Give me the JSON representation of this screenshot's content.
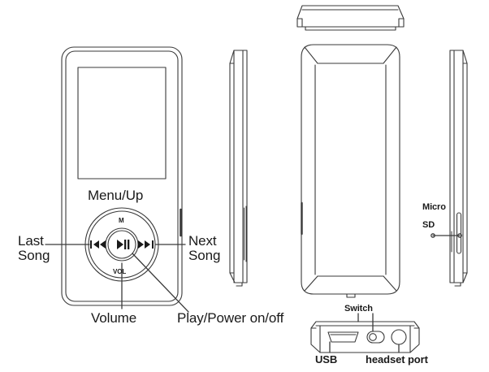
{
  "figure": {
    "title": "MP3 player control and port layout diagram",
    "background_color": "#ffffff",
    "line_color": "#3a3a3a",
    "text_color": "#1a1a1a"
  },
  "callouts": {
    "menu_up": "Menu/Up",
    "last_song_line1": "Last",
    "last_song_line2": "Song",
    "next_song_line1": "Next",
    "next_song_line2": "Song",
    "volume": "Volume",
    "play_power": "Play/Power on/off",
    "micro": "Micro",
    "sd": "SD",
    "switch": "Switch",
    "usb": "USB",
    "headset_port": "headset port"
  },
  "wheel": {
    "menu_glyph": "M",
    "vol_label": "VOL",
    "prev_glyph": "⏮",
    "next_glyph": "⏭",
    "play_glyph": "⏯"
  },
  "views": [
    {
      "name": "front-view",
      "label": "Front view with screen and control wheel"
    },
    {
      "name": "left-side-view",
      "label": "Left side profile"
    },
    {
      "name": "top-edge-view",
      "label": "Top edge view"
    },
    {
      "name": "back-view",
      "label": "Back view with chamfered corners"
    },
    {
      "name": "right-side-view",
      "label": "Right side profile with Micro SD slot"
    },
    {
      "name": "bottom-edge-view",
      "label": "Bottom edge view with USB, switch and headset port"
    }
  ]
}
